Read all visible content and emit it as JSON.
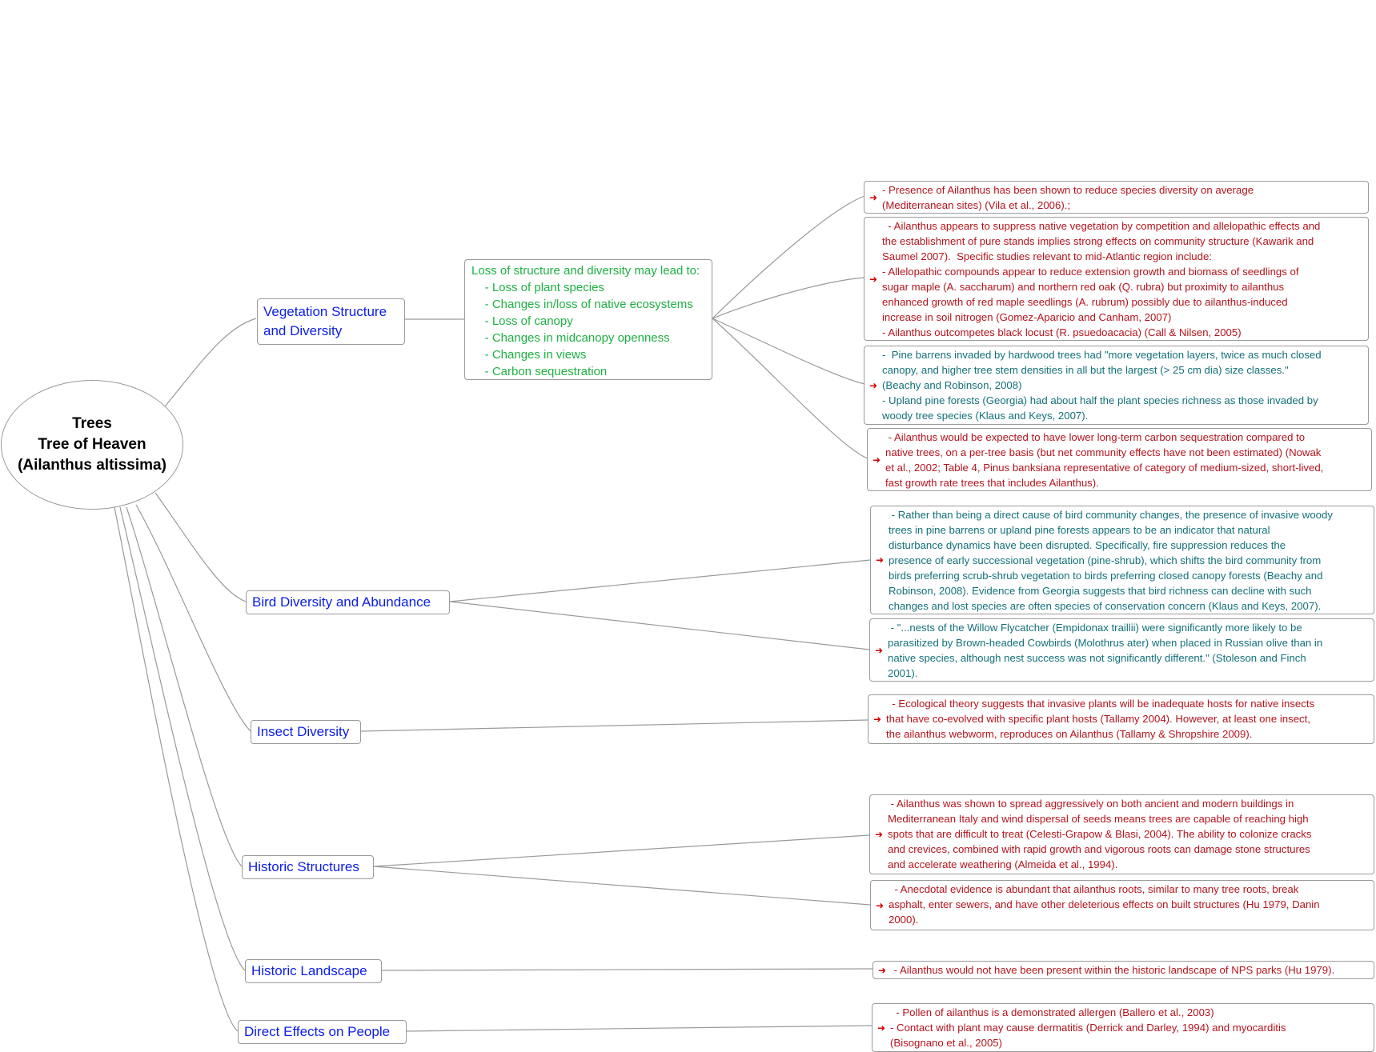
{
  "root": {
    "lines": [
      "Trees",
      "Tree of Heaven",
      "(Ailanthus altissima)"
    ]
  },
  "branches": {
    "vegetation": "Vegetation Structure\nand Diversity",
    "bird": "Bird Diversity and Abundance",
    "insect": "Insect Diversity",
    "structures": "Historic Structures",
    "landscape": "Historic Landscape",
    "people": "Direct Effects on People"
  },
  "vegetation_summary": "Loss of structure and diversity may lead to:\n    - Loss of plant species\n    - Changes in/loss of native ecosystems\n    - Loss of canopy\n    - Changes in midcanopy openness\n    - Changes in views\n    - Carbon sequestration",
  "leaves": {
    "veg_1": "- Presence of Ailanthus has been shown to reduce species diversity on average\n(Mediterranean sites) (Vila et al., 2006).;",
    "veg_2": "  - Ailanthus appears to suppress native vegetation by competition and allelopathic effects and\nthe establishment of pure stands implies strong effects on community structure (Kawarik and\nSaumel 2007).  Specific studies relevant to mid-Atlantic region include:\n- Allelopathic compounds appear to reduce extension growth and biomass of seedlings of\nsugar maple (A. saccharum) and northern red oak (Q. rubra) but proximity to ailanthus\nenhanced growth of red maple seedlings (A. rubrum) possibly due to ailanthus-induced\nincrease in soil nitrogen (Gomez-Aparicio and Canham, 2007)\n- Ailanthus outcompetes black locust (R. psuedoacacia) (Call & Nilsen, 2005)",
    "veg_3": "-  Pine barrens invaded by hardwood trees had \"more vegetation layers, twice as much closed\ncanopy, and higher tree stem densities in all but the largest (> 25 cm dia) size classes.\"\n(Beachy and Robinson, 2008)\n- Upland pine forests (Georgia) had about half the plant species richness as those invaded by\nwoody tree species (Klaus and Keys, 2007).",
    "veg_4": " - Ailanthus would be expected to have lower long-term carbon sequestration compared to\nnative trees, on a per-tree basis (but net community effects have not been estimated) (Nowak\net al., 2002; Table 4, Pinus banksiana representative of category of medium-sized, short-lived,\nfast growth rate trees that includes Ailanthus).",
    "bird_1": " - Rather than being a direct cause of bird community changes, the presence of invasive woody\ntrees in pine barrens or upland pine forests appears to be an indicator that natural\ndisturbance dynamics have been disrupted. Specifically, fire suppression reduces the\npresence of early successional vegetation (pine-shrub), which shifts the bird community from\nbirds preferring scrub-shrub vegetation to birds preferring closed canopy forests (Beachy and\nRobinson, 2008). Evidence from Georgia suggests that bird richness can decline with such\nchanges and lost species are often species of conservation concern (Klaus and Keys, 2007).",
    "bird_2": " - \"...nests of the Willow Flycatcher (Empidonax traillii) were significantly more likely to be\nparasitized by Brown-headed Cowbirds (Molothrus ater) when placed in Russian olive than in\nnative species, although nest success was not significantly different.\" (Stoleson and Finch\n2001).",
    "insect_1": "  - Ecological theory suggests that invasive plants will be inadequate hosts for native insects\nthat have co-evolved with specific plant hosts (Tallamy 2004). However, at least one insect,\nthe ailanthus webworm, reproduces on Ailanthus (Tallamy & Shropshire 2009).",
    "struct_1": " - Ailanthus was shown to spread aggressively on both ancient and modern buildings in\nMediterranean Italy and wind dispersal of seeds means trees are capable of reaching high\nspots that are difficult to treat (Celesti-Grapow & Blasi, 2004). The ability to colonize cracks\nand crevices, combined with rapid growth and vigorous roots can damage stone structures\nand accelerate weathering (Almeida et al., 1994).",
    "struct_2": "  - Anecdotal evidence is abundant that ailanthus roots, similar to many tree roots, break\nasphalt, enter sewers, and have other deleterious effects on built structures (Hu 1979, Danin\n2000).",
    "landscape_1": " - Ailanthus would not have been present within the historic landscape of NPS parks (Hu 1979).",
    "people_1": "  - Pollen of ailanthus is a demonstrated allergen (Ballero et al., 2003)\n- Contact with plant may cause dermatitis (Derrick and Darley, 1994) and myocarditis\n(Bisognano et al., 2005)"
  },
  "colors": {
    "branch_text": "#0b1ee8",
    "summary_text": "#1fb043",
    "leaf_red": "#b3141c",
    "leaf_teal": "#14707a",
    "arrow": "#d40000",
    "connector": "#9a9a9a"
  },
  "icons": {
    "leaf_marker": "red-arrow-icon"
  }
}
